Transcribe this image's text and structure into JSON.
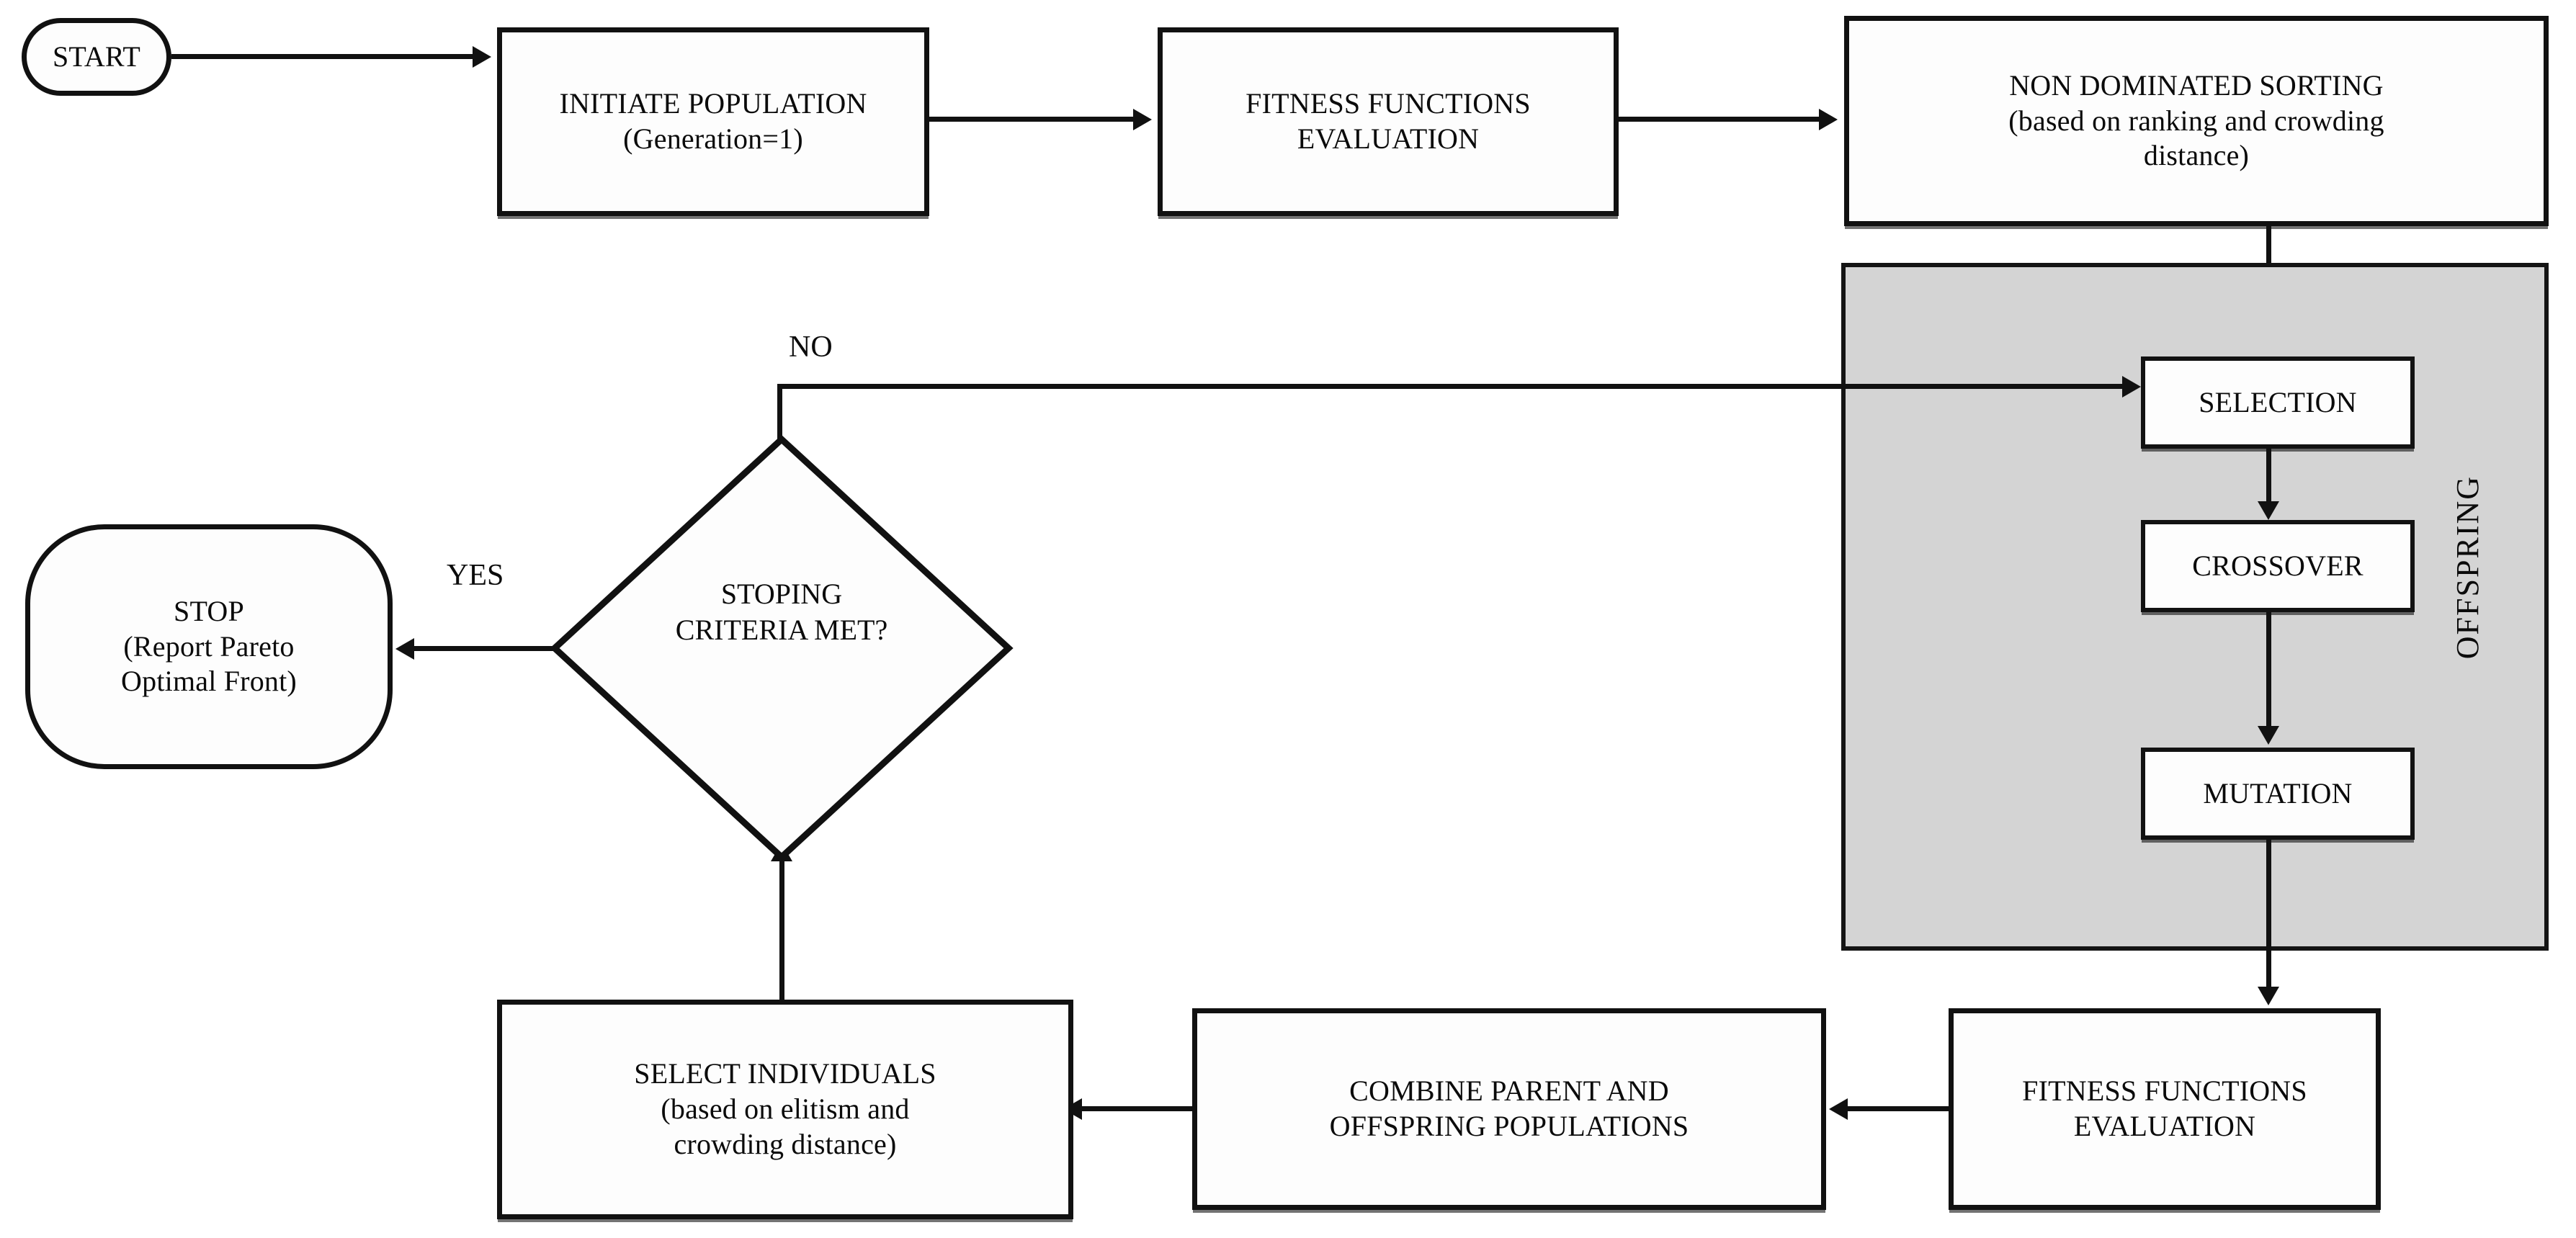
{
  "diagram": {
    "title": "NSGA-II multi-objective optimization flowchart",
    "colors": {
      "stroke": "#111111",
      "fill": "#fdfdfd",
      "group_fill": "#d4d4d4",
      "text": "#0b0b0b"
    },
    "nodes": {
      "start": {
        "label": "START",
        "shape": "terminator"
      },
      "initiate_population": {
        "label": "INITIATE POPULATION\n(Generation=1)",
        "shape": "process"
      },
      "fitness_top": {
        "label": "FITNESS FUNCTIONS\nEVALUATION",
        "shape": "process"
      },
      "non_dominated_sorting": {
        "label": "NON DOMINATED SORTING\n(based on ranking and crowding\ndistance)",
        "shape": "process"
      },
      "selection": {
        "label": "SELECTION",
        "shape": "process"
      },
      "crossover": {
        "label": "CROSSOVER",
        "shape": "process"
      },
      "mutation": {
        "label": "MUTATION",
        "shape": "process"
      },
      "offspring_group": {
        "label": "OFFSPRING",
        "shape": "group"
      },
      "fitness_bottom": {
        "label": "FITNESS FUNCTIONS\nEVALUATION",
        "shape": "process"
      },
      "combine_populations": {
        "label": "COMBINE PARENT AND\nOFFSPRING POPULATIONS",
        "shape": "process"
      },
      "select_individuals": {
        "label": "SELECT INDIVIDUALS\n(based on elitism and\ncrowding distance)",
        "shape": "process"
      },
      "decision": {
        "label": "STOPING\nCRITERIA MET?",
        "shape": "decision"
      },
      "stop": {
        "label": "STOP\n(Report Pareto\nOptimal Front)",
        "shape": "terminator"
      }
    },
    "edge_labels": {
      "yes": "YES",
      "no": "NO"
    }
  }
}
